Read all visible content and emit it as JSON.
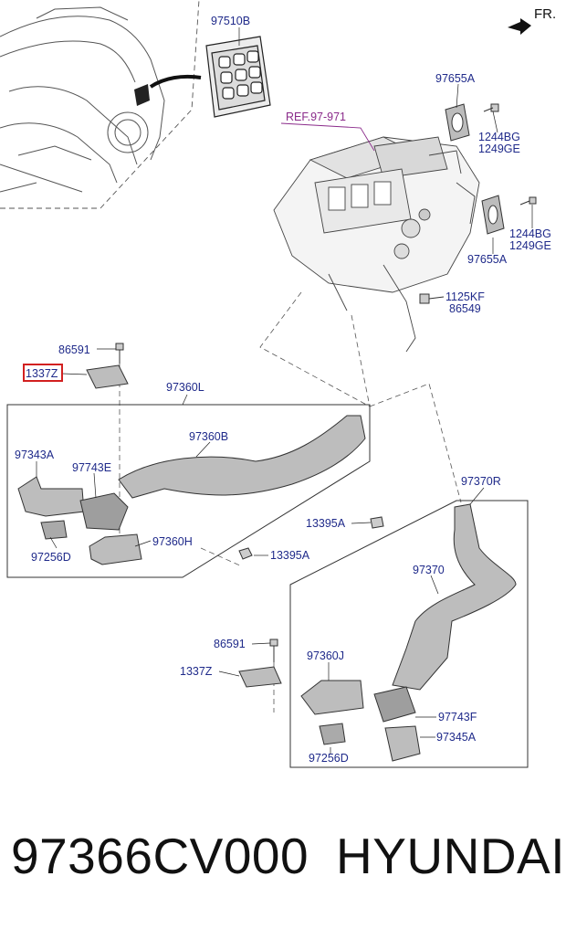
{
  "direction_label": "FR.",
  "reference_label": "REF.97-971",
  "labels": {
    "l97510b": "97510B",
    "l97655a_top": "97655A",
    "l1244bg_top": "1244BG",
    "l1249ge_top": "1249GE",
    "l1244bg_mid": "1244BG",
    "l1249ge_mid": "1249GE",
    "l97655a_mid": "97655A",
    "l1125kf": "1125KF",
    "l86549": "86549",
    "l86591_left": "86591",
    "l1337z_left": "1337Z",
    "l97360l": "97360L",
    "l97360b": "97360B",
    "l97343a": "97343A",
    "l97743e": "97743E",
    "l97256d_left": "97256D",
    "l97360h": "97360H",
    "l13395a_left": "13395A",
    "l97370r": "97370R",
    "l13395a_right": "13395A",
    "l97370": "97370",
    "l86591_right": "86591",
    "l1337z_right": "1337Z",
    "l97360j": "97360J",
    "l97743f": "97743F",
    "l97345a": "97345A",
    "l97256d_right": "97256D"
  },
  "footer": {
    "part_number": "97366CV000",
    "brand": "HYUNDAI"
  },
  "colors": {
    "label_text": "#1f2a8a",
    "reference_text": "#8a2a8a",
    "highlight_box": "#d22020",
    "part_fill": "#bdbdbd",
    "line_art": "#333333"
  }
}
